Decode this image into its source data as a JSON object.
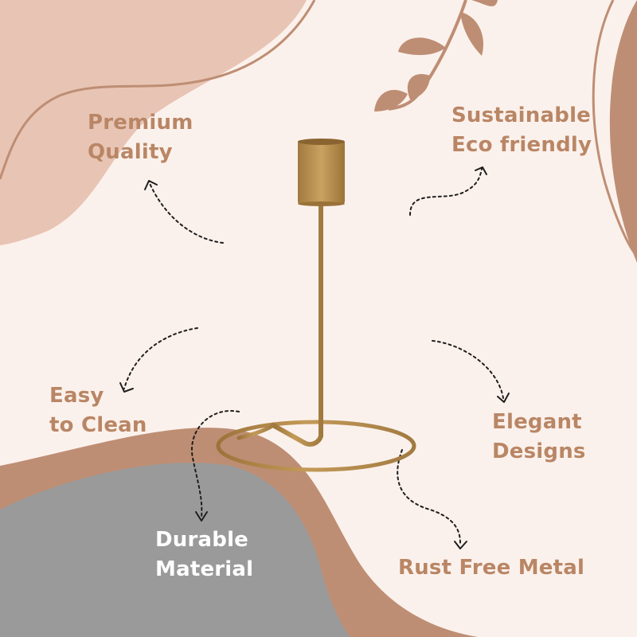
{
  "features": {
    "premium": {
      "line1": "Premium",
      "line2": "Quality"
    },
    "sustainable": {
      "line1": "Sustainable",
      "line2": "Eco friendly"
    },
    "easy": {
      "line1": "Easy",
      "line2": "to Clean"
    },
    "elegant": {
      "line1": "Elegant",
      "line2": "Designs"
    },
    "durable": {
      "line1": "Durable",
      "line2": "Material"
    },
    "rust": {
      "line1": "Rust Free Metal"
    }
  },
  "colors": {
    "background": "#fbf1ec",
    "blush": "#e8c4b4",
    "copper": "#be8e74",
    "accent_text": "#b98665",
    "grey": "#9a9a9a",
    "gold": "#b58b4c",
    "white_text": "#ffffff"
  },
  "icons": [
    "leaf-branch-icon",
    "candle-holder-icon",
    "dotted-arrow-icon"
  ]
}
